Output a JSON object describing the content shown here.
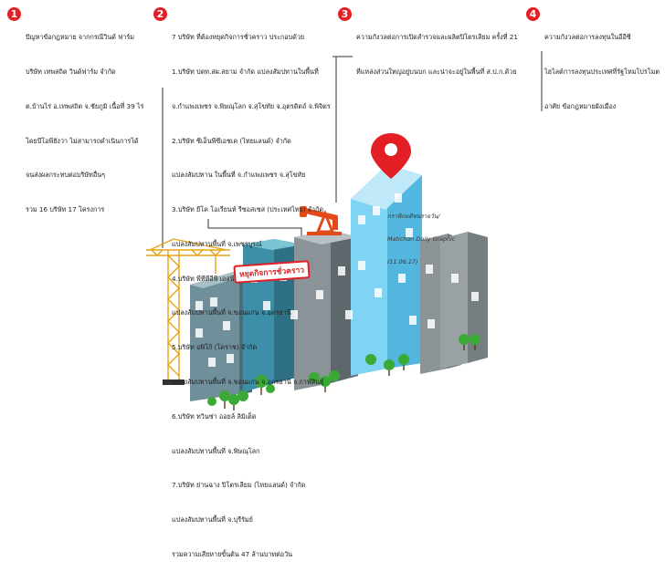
{
  "notes": [
    {
      "num": "1",
      "lines": [
        "ปัญหาข้อกฎหมาย จากกรณีวินด์ ฟาร์ม",
        "บริษัท เทพสถิต วินด์ฟาร์ม จำกัด",
        "ต.บ้านไร่ อ.เทพสถิต จ.ชัยภูมิ เนื้อที่ 39 ไร่",
        "โดยบีโอพียังว่า ไม่สามารถดำเนินการได้",
        "จนส่งผลกระทบต่อบริษัทอื่นๆ",
        "รวม 16 บริษัท 17 โครงการ"
      ]
    },
    {
      "num": "2",
      "lines": [
        "7 บริษัท ที่ต้องหยุดกิจการชั่วคราว ประกอบด้วย",
        "1.บริษัท ปตท.สผ.สยาม จำกัด แปลงสัมปทานในพื้นที่",
        "จ.กำแพงเพชร จ.พิษณุโลก จ.สุโขทัย จ.อุตรดิตถ์ จ.พิจิตร",
        "2.บริษัท ซีเอ็นพีซีเอชเค (ไทยแลนด์) จำกัด",
        "แปลงสัมปทาน ในพื้นที่ จ.กำแพงเพชร จ.สุโขทัย",
        "3.บริษัท ยีโค โอเรียนท์ รีซอสเซส (ประเทศไทย) จำกัด",
        "แปลงสัมปทานพื้นที่ จ.เพชรบูรณ์",
        "4.บริษัท พีทีทีอีพี เอสพี ลิมิเต็ด",
        "แปลงสัมปทานพื้นที่ จ.ขอนแก่น จ.อุดรธานี",
        "5.บริษัท อพิโก้ (โคราช) จำกัด",
        "แปลงสัมปทานพื้นที่ จ.ขอนแก่น จ.อุดรธานี จ.กาฬสินธุ์",
        "6.บริษัท ทวินซ่า ออยล์ ลิมิเต็ด",
        "แปลงสัมปทานพื้นที่ จ.พิษณุโลก",
        "7.บริษัท ย่านฉาง ปิโตรเลียม (ไทยแลนด์) จำกัด",
        "แปลงสัมปทานพื้นที่ จ.บุรีรัมย์",
        "รวมความเสียหายขั้นต้น 47 ล้านบาทต่อวัน"
      ]
    },
    {
      "num": "3",
      "lines": [
        "ความกังวลต่อการเปิดสำรวจและผลิตปิโตรเลียม ครั้งที่ 21",
        "ที่แหล่งส่วนใหญ่อยู่บนบก และน่าจะอยู่ในพื้นที่ ส.ป.ก.ด้วย"
      ]
    },
    {
      "num": "4",
      "lines": [
        "ความกังวลต่อการลงทุนในอีอีซี",
        "ไฮไลต์การลงทุนประเทศที่รัฐโหมโปรโมต",
        "อาศัย ข้อกฎหมายผังเมือง"
      ]
    }
  ],
  "stamp_label": "หยุดกิจการชั่วคราว",
  "credit": [
    "กราฟิกมติชนรายวัน/",
    "Matichon Daily Graphic",
    "(11.06.17)"
  ],
  "colors": {
    "accent": "#e31e24",
    "sky": "#7fd3f3",
    "teal": "#3c8fa6",
    "gray": "#7d8487",
    "crane": "#f2b51b"
  },
  "icons": [
    "number-badge",
    "location-pin-icon",
    "oil-pump-icon",
    "crane-icon",
    "tree-icon"
  ]
}
